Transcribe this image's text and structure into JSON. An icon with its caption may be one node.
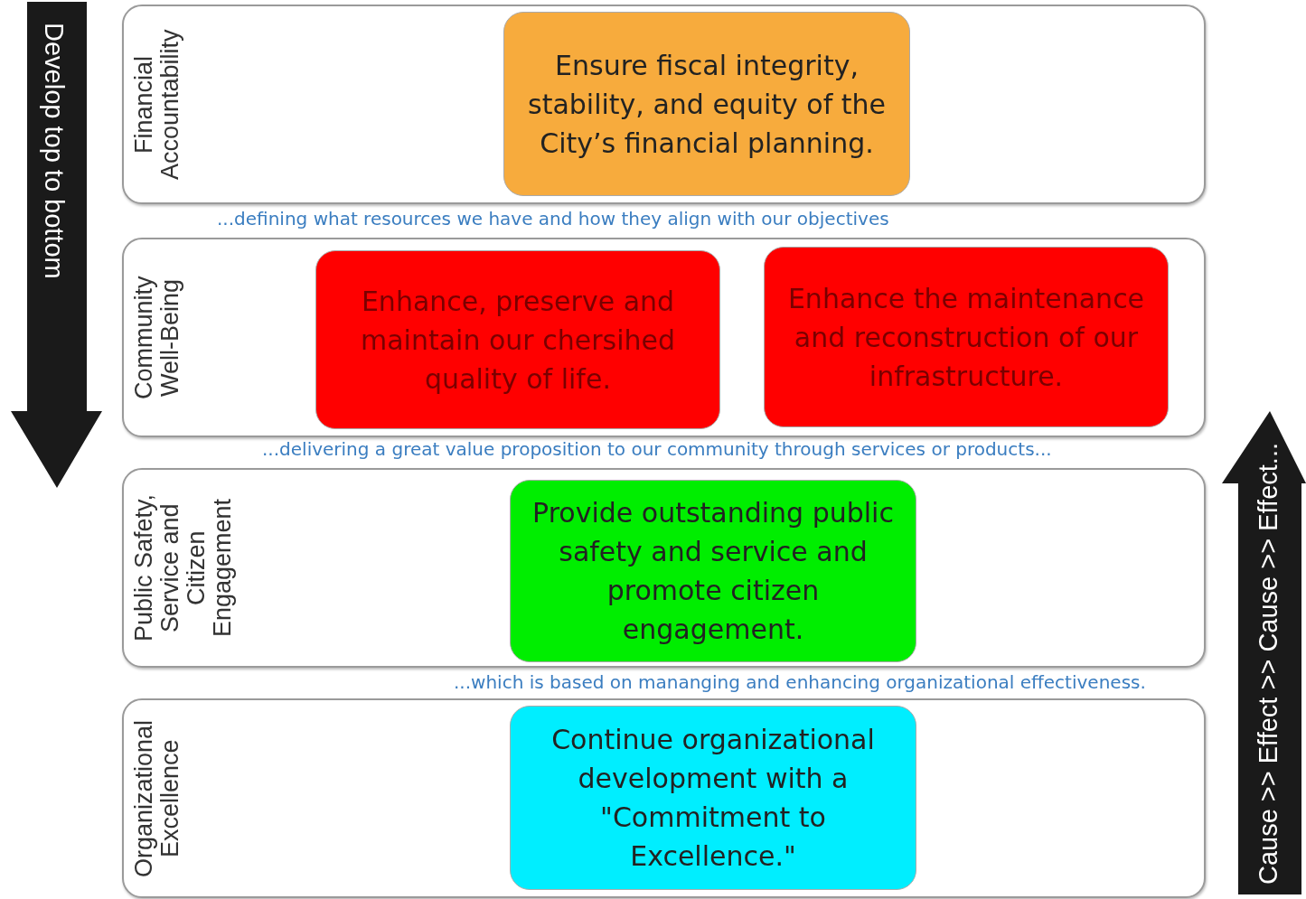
{
  "diagram": {
    "nodes": [
      {
        "text": [
          "Financial Accountability"
        ]
      },
      {
        "text": [
          "Ensure fiscal integrity, stability, and equity of the City’s financial planning."
        ],
        "in": 0
      },
      {
        "text": [
          "Community Well-Being"
        ]
      },
      {
        "text": [
          "Enhance, preserve and maintain our chersihed quality of life."
        ],
        "in": 2
      },
      {
        "text": [
          "Enhance the maintenance and reconstruction of our infrastructure."
        ],
        "in": 2
      },
      {
        "text": [
          "Public Safety, Service and Citizen Engagement"
        ]
      },
      {
        "text": [
          "Provide outstanding public safety and service and promote citizen engagement."
        ],
        "in": 5
      },
      {
        "text": [
          "Organizational Excellence"
        ]
      },
      {
        "text": [
          "Continue organizational development with a \"Commitment to Excellence.\""
        ],
        "in": 7
      }
    ],
    "edges": [],
    "labels": [
      "Develop top to bottom",
      "...defining what resources we have and how they align with our objectives",
      "...delivering a great value proposition to our community through services or products...",
      "Cause >> Effect >> Cause >> Effect...",
      "...which is based on mananging and enhancing organizational effectiveness."
    ]
  }
}
